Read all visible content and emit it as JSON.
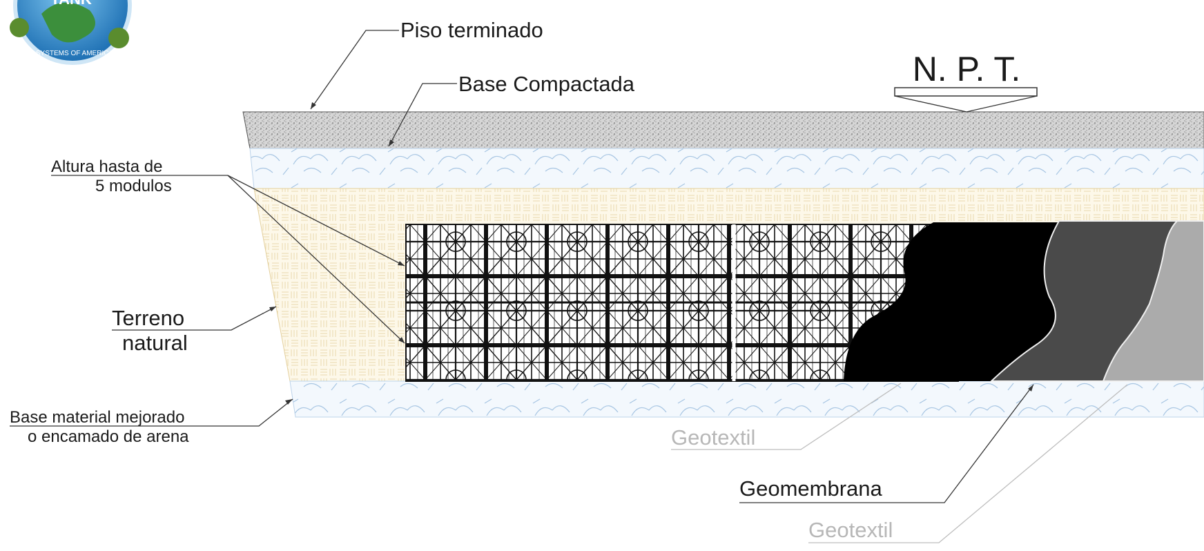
{
  "logo": {
    "name": "TANK",
    "tagline": "SYSTEMS OF AMERICA"
  },
  "labels": {
    "finished_floor": "Piso terminado",
    "compacted_base": "Base Compactada",
    "npt": "N. P. T.",
    "module_height_line1": "Altura hasta de",
    "module_height_line2": "5 modulos",
    "natural_ground_line1": "Terreno",
    "natural_ground_line2": "natural",
    "improved_base_line1": "Base material mejorado",
    "improved_base_line2": "o encamado de arena",
    "geotextile_inner": "Geotextil",
    "geomembrane": "Geomembrana",
    "geotextile_outer": "Geotextil"
  },
  "colors": {
    "floor": "#c8c8c8",
    "gravel": "#eef4fb",
    "soil": "#fbf3da",
    "modules": "#111111",
    "geotextile_inner": "#000000",
    "geomembrane": "#4a4a4a",
    "geotextile_outer": "#a9a9a9"
  }
}
